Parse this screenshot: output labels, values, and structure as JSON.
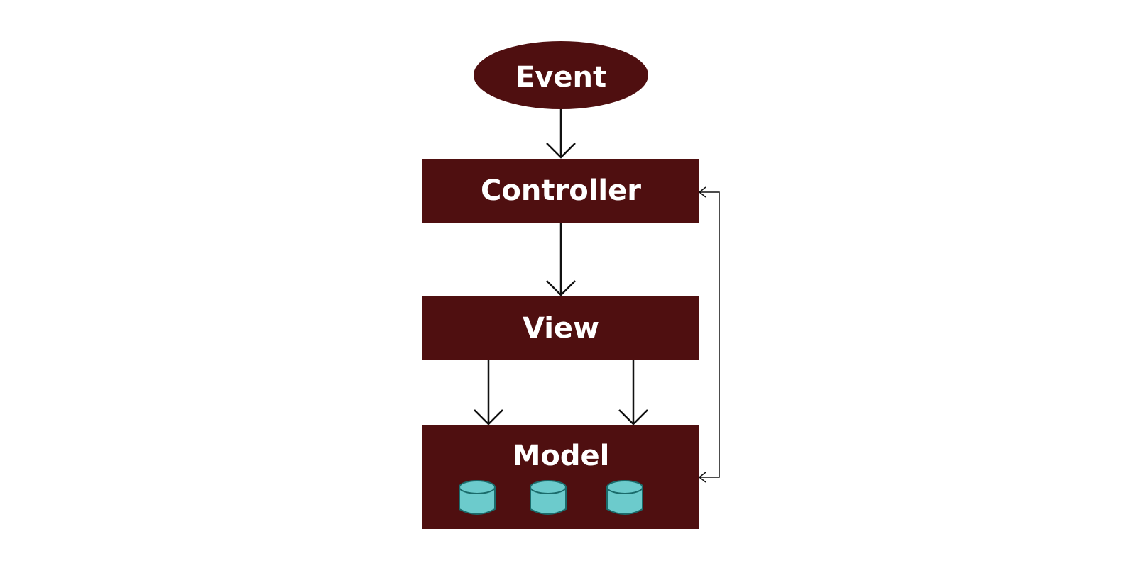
{
  "diagram": {
    "nodes": {
      "event": {
        "label": "Event",
        "shape": "ellipse"
      },
      "controller": {
        "label": "Controller",
        "shape": "rectangle"
      },
      "view": {
        "label": "View",
        "shape": "rectangle"
      },
      "model": {
        "label": "Model",
        "shape": "rectangle",
        "icons": [
          "database-icon",
          "database-icon",
          "database-icon"
        ]
      }
    },
    "edges": [
      {
        "from": "event",
        "to": "controller"
      },
      {
        "from": "controller",
        "to": "view"
      },
      {
        "from": "view",
        "to": "model"
      },
      {
        "from": "view",
        "to": "model"
      },
      {
        "from": "model",
        "to": "controller"
      }
    ]
  },
  "colors": {
    "node_fill": "#4f0f10",
    "node_text": "#ffffff",
    "arrow": "#111111",
    "database_fill": "#6ccbcc",
    "database_stroke": "#1a6b6b"
  }
}
